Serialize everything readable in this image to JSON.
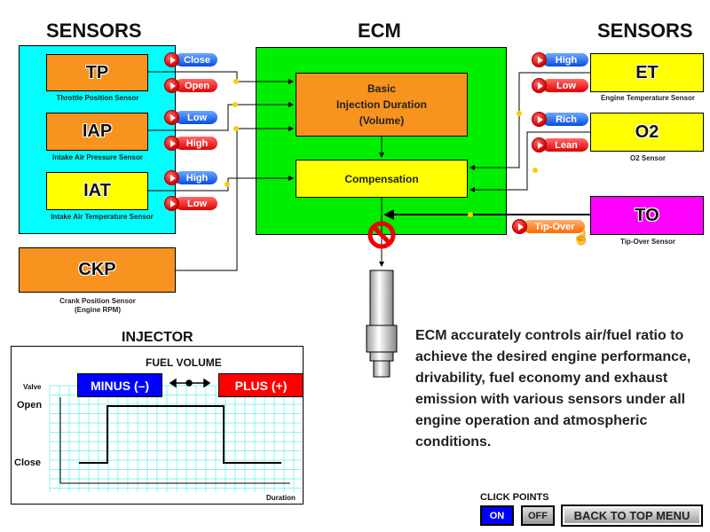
{
  "headings": {
    "left_sensors": "SENSORS",
    "ecm": "ECM",
    "right_sensors": "SENSORS",
    "injector": "INJECTOR"
  },
  "left_sensors": [
    {
      "abbr": "TP",
      "name": "Throttle Position Sensor",
      "buttons": [
        {
          "label": "Close",
          "color": "blue"
        },
        {
          "label": "Open",
          "color": "red"
        }
      ]
    },
    {
      "abbr": "IAP",
      "name": "Intake Air Pressure Sensor",
      "buttons": [
        {
          "label": "Low",
          "color": "blue"
        },
        {
          "label": "High",
          "color": "red"
        }
      ]
    },
    {
      "abbr": "IAT",
      "name": "Intake Air Temperature Sensor",
      "buttons": [
        {
          "label": "High",
          "color": "blue"
        },
        {
          "label": "Low",
          "color": "red"
        }
      ]
    },
    {
      "abbr": "CKP",
      "name": "Crank Position Sensor",
      "name2": "(Engine RPM)"
    }
  ],
  "right_sensors": [
    {
      "abbr": "ET",
      "name": "Engine Temperature Sensor",
      "buttons": [
        {
          "label": "High",
          "color": "blue"
        },
        {
          "label": "Low",
          "color": "red"
        }
      ]
    },
    {
      "abbr": "O2",
      "name": "O2 Sensor",
      "buttons": [
        {
          "label": "Rich",
          "color": "blue"
        },
        {
          "label": "Lean",
          "color": "red"
        }
      ]
    },
    {
      "abbr": "TO",
      "name": "Tip-Over Sensor",
      "buttons": [
        {
          "label": "Tip-Over",
          "color": "orange"
        }
      ]
    }
  ],
  "ecm": {
    "basic_line1": "Basic",
    "basic_line2": "Injection Duration",
    "basic_line3": "(Volume)",
    "compensation": "Compensation"
  },
  "injector_chart": {
    "title": "FUEL VOLUME",
    "minus_label": "MINUS (–)",
    "plus_label": "PLUS (+)",
    "y_axis_label": "Valve",
    "y_open": "Open",
    "y_close": "Close",
    "x_axis_label": "Duration"
  },
  "description": "ECM accurately controls air/fuel ratio to achieve the desired engine performance, drivability, fuel economy and exhaust emission with various sensors under all engine operation and atmospheric conditions.",
  "controls": {
    "click_points_label": "CLICK POINTS",
    "on_label": "ON",
    "off_label": "OFF",
    "back_label": "BACK TO TOP MENU",
    "click_points_state": "ON"
  },
  "colors": {
    "ecm_bg": "#00ee00",
    "sensor_panel_bg": "#00ffff",
    "orange": "#f7931e",
    "yellow": "#ffff00",
    "magenta": "#ff00ff",
    "on_blue": "#0000ff"
  }
}
